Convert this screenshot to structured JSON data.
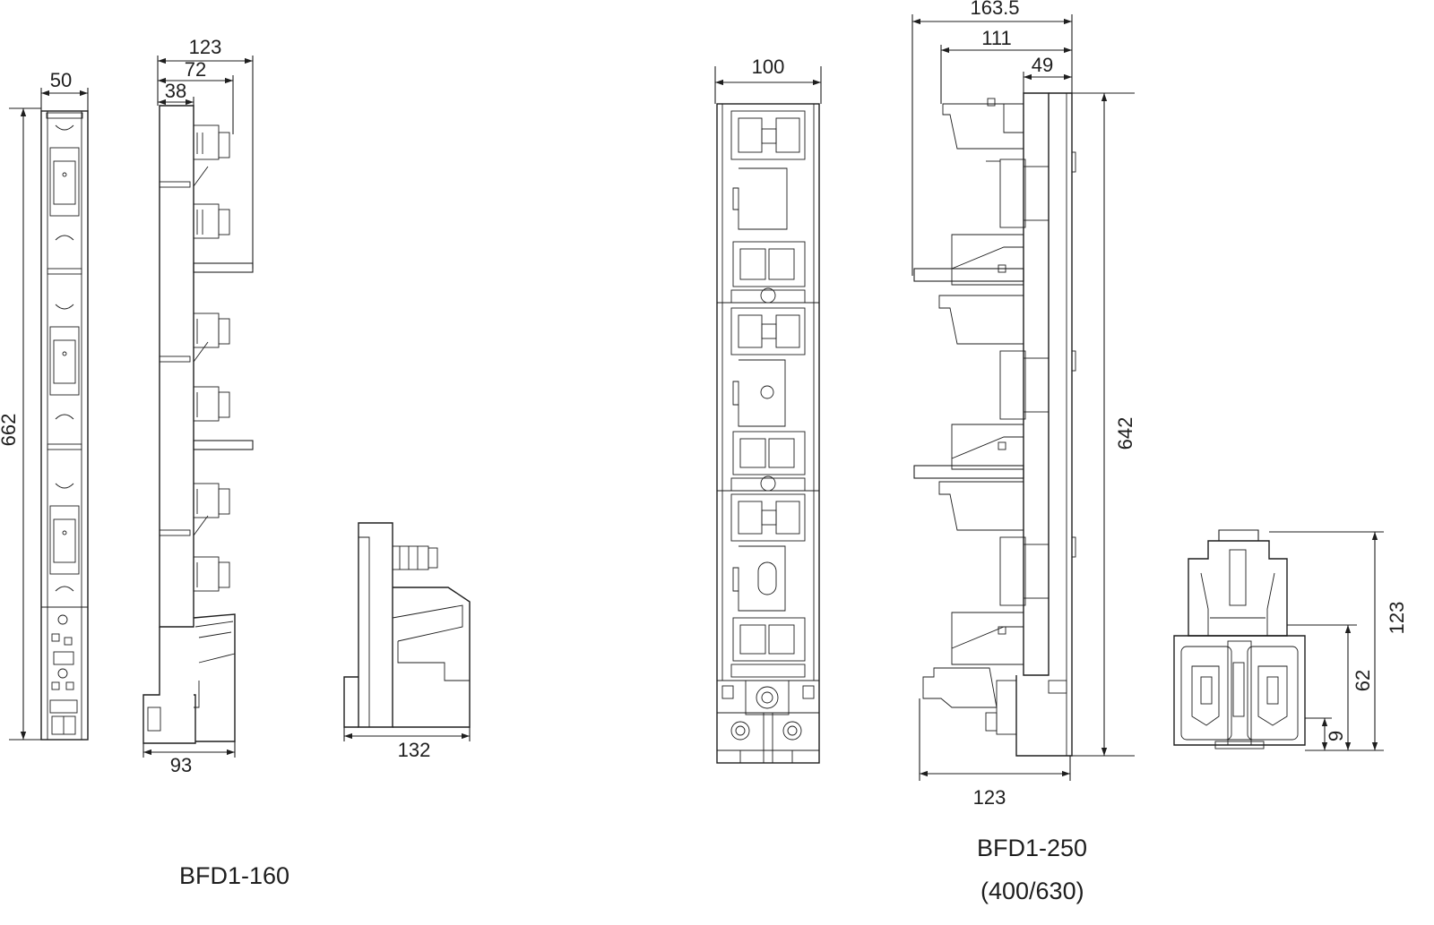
{
  "models": {
    "left_label": "BFD1-160",
    "right_label": "BFD1-250",
    "right_sublabel": "(400/630)"
  },
  "dimensions": {
    "bfd160_front": {
      "width": "50",
      "height": "662"
    },
    "bfd160_side": {
      "total_depth": "123",
      "depth_72": "72",
      "depth_38": "38",
      "base_depth": "93"
    },
    "bfd160_base": {
      "depth": "132"
    },
    "bfd250_front": {
      "width": "100"
    },
    "bfd250_side": {
      "total_depth": "163.5",
      "depth_111": "111",
      "depth_49": "49",
      "height": "642",
      "base_depth": "123"
    },
    "bfd250_end": {
      "height": "123",
      "height_62": "62",
      "height_9": "9"
    }
  }
}
